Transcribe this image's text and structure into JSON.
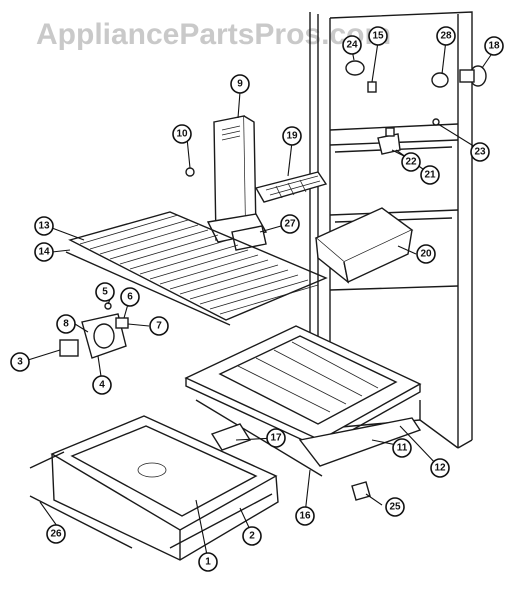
{
  "watermark": "AppliancePartsPros.com",
  "callouts": [
    {
      "id": "1",
      "label": "1"
    },
    {
      "id": "2",
      "label": "2"
    },
    {
      "id": "3",
      "label": "3"
    },
    {
      "id": "4",
      "label": "4"
    },
    {
      "id": "5",
      "label": "5"
    },
    {
      "id": "6",
      "label": "6"
    },
    {
      "id": "7",
      "label": "7"
    },
    {
      "id": "8",
      "label": "8"
    },
    {
      "id": "9",
      "label": "9"
    },
    {
      "id": "10",
      "label": "10"
    },
    {
      "id": "11",
      "label": "11"
    },
    {
      "id": "12",
      "label": "12"
    },
    {
      "id": "13",
      "label": "13"
    },
    {
      "id": "14",
      "label": "14"
    },
    {
      "id": "15",
      "label": "15"
    },
    {
      "id": "16",
      "label": "16"
    },
    {
      "id": "17",
      "label": "17"
    },
    {
      "id": "18",
      "label": "18"
    },
    {
      "id": "19",
      "label": "19"
    },
    {
      "id": "20",
      "label": "20"
    },
    {
      "id": "21",
      "label": "21"
    },
    {
      "id": "22",
      "label": "22"
    },
    {
      "id": "23",
      "label": "23"
    },
    {
      "id": "24",
      "label": "24"
    },
    {
      "id": "25",
      "label": "25"
    },
    {
      "id": "26",
      "label": "26"
    },
    {
      "id": "27",
      "label": "27"
    },
    {
      "id": "28",
      "label": "28"
    }
  ]
}
